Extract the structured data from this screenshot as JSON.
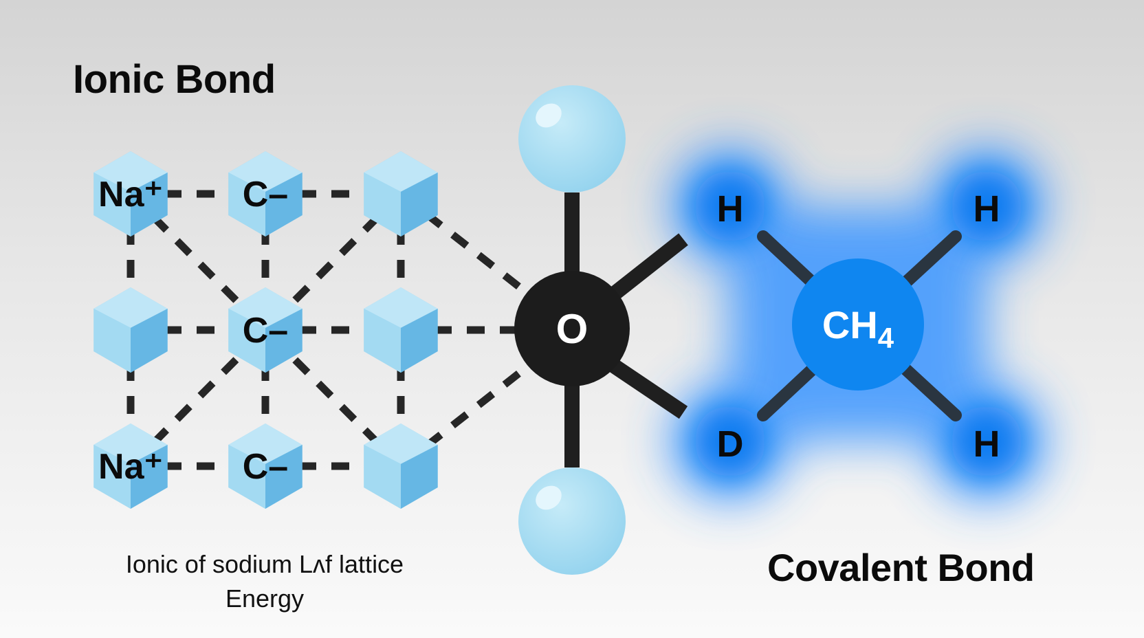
{
  "titles": {
    "ionic": "Ionic Bond",
    "covalent": "Covalent Bond"
  },
  "caption": {
    "line1": "Ionic of sodium Lʌf lattice",
    "line2": "Energy"
  },
  "lattice": {
    "row1": [
      "Na⁺",
      "C–",
      ""
    ],
    "row2": [
      "",
      "C–",
      ""
    ],
    "row3": [
      "Na⁺",
      "C–",
      ""
    ]
  },
  "central_atom": {
    "label": "O"
  },
  "methane": {
    "center_label": "CH",
    "center_subscript": "4",
    "atoms": {
      "top_left": "H",
      "top_right": "H",
      "bottom_left": "D",
      "bottom_right": "H"
    }
  },
  "colors": {
    "ion_light": "#bfe6f7",
    "ion_mid": "#8fd0ef",
    "ion_dark": "#5fb3e2",
    "bond_dark": "#252525",
    "oxygen": "#1c1c1c",
    "sphere": "#a8dcf0",
    "covalent_blue": "#0f86f0",
    "covalent_glow": "#2e90ff"
  }
}
